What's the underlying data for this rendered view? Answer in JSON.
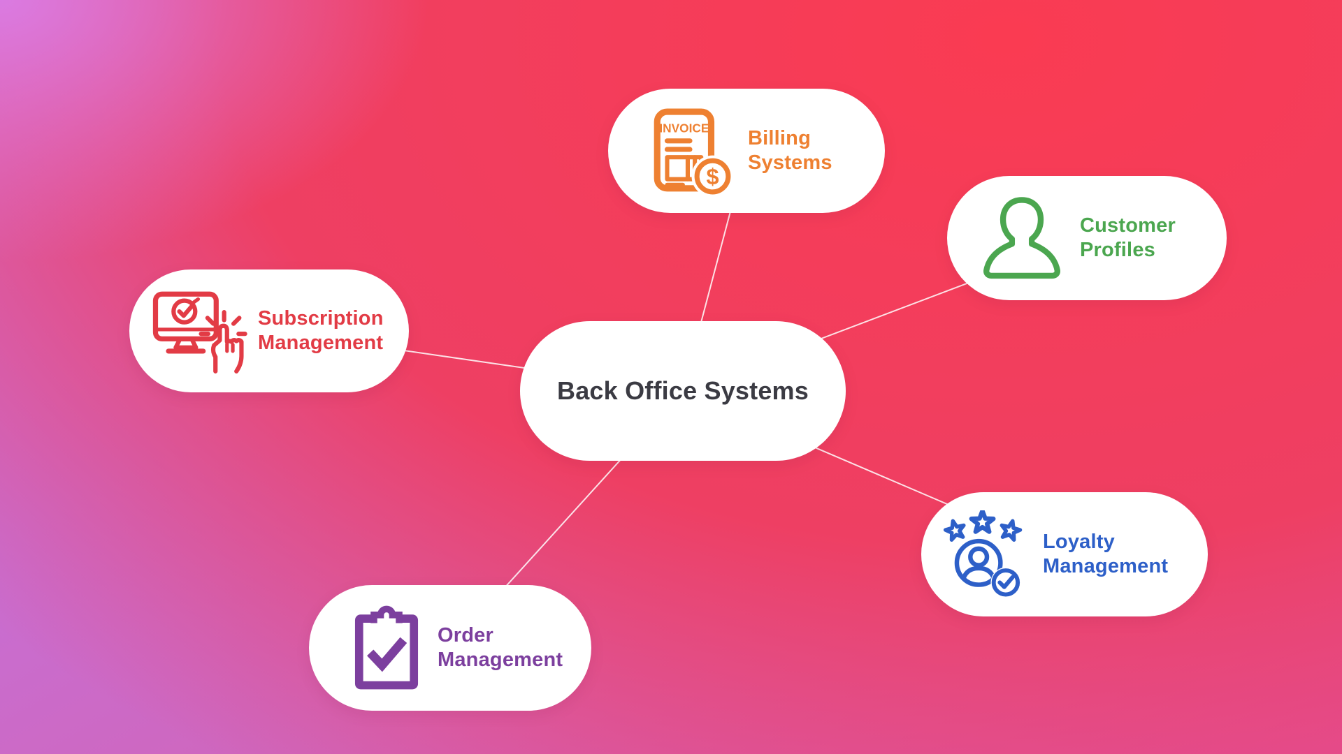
{
  "title": "Back Office Systems mind map",
  "background": {
    "top_left_color": "#da7de6",
    "top_right_color": "#fa3b52",
    "bottom_left_color": "#b96fce",
    "bottom_right_color": "#e0509e"
  },
  "diagram": {
    "connector": {
      "color": "#ffffff"
    },
    "center": {
      "label": "Back Office Systems",
      "color": "#3b3b43"
    },
    "nodes": [
      {
        "id": "billing-systems",
        "line1": "Billing",
        "line2": "Systems",
        "color": "#ee8031",
        "icon": "invoice-icon"
      },
      {
        "id": "customer-profiles",
        "line1": "Customer",
        "line2": "Profiles",
        "color": "#4ba64f",
        "icon": "person-icon"
      },
      {
        "id": "subscription-management",
        "line1": "Subscription",
        "line2": "Management",
        "color": "#e23b45",
        "icon": "monitor-click-icon"
      },
      {
        "id": "order-management",
        "line1": "Order",
        "line2": "Management",
        "color": "#7c3f9e",
        "icon": "clipboard-check-icon"
      },
      {
        "id": "loyalty-management",
        "line1": "Loyalty",
        "line2": "Management",
        "color": "#2d5fc8",
        "icon": "stars-member-icon"
      }
    ],
    "invoice_icon": {
      "header_text": "INVOICE",
      "dollar_text": "$"
    }
  }
}
